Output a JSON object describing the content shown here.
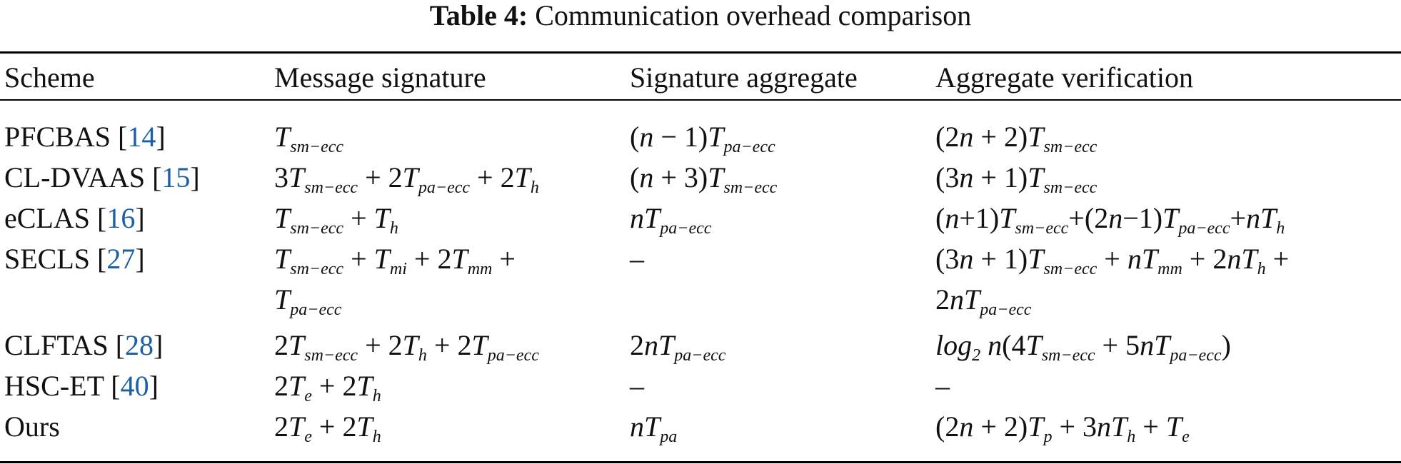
{
  "caption": {
    "label": "Table 4:",
    "text": "Communication overhead comparison"
  },
  "headers": [
    "Scheme",
    "Message signature",
    "Signature aggregate",
    "Aggregate verification"
  ],
  "rows": [
    {
      "scheme": "PFCBAS [",
      "ref": "14",
      "scheme_close": "]",
      "message_signature": [
        "T_sm−ecc"
      ],
      "signature_aggregate": "(n − 1)T_pa−ecc",
      "aggregate_verification": [
        "(2n + 2)T_sm−ecc"
      ]
    },
    {
      "scheme": "CL-DVAAS [",
      "ref": "15",
      "scheme_close": "]",
      "message_signature": [
        "3T_sm−ecc + 2T_pa−ecc + 2T_h"
      ],
      "signature_aggregate": "(n + 3)T_sm−ecc",
      "aggregate_verification": [
        "(3n + 1)T_sm−ecc"
      ]
    },
    {
      "scheme": "eCLAS [",
      "ref": "16",
      "scheme_close": "]",
      "message_signature": [
        "T_sm−ecc + T_h"
      ],
      "signature_aggregate": "nT_pa−ecc",
      "aggregate_verification": [
        "(n+1)T_sm−ecc+(2n−1)T_pa−ecc+nT_h"
      ]
    },
    {
      "scheme": "SECLS [",
      "ref": "27",
      "scheme_close": "]",
      "message_signature": [
        "T_sm−ecc + T_mi + 2T_mm +",
        "T_pa−ecc"
      ],
      "signature_aggregate": "–",
      "aggregate_verification": [
        "(3n + 1)T_sm−ecc + nT_mm + 2nT_h +",
        "2nT_pa−ecc"
      ]
    },
    {
      "scheme": "CLFTAS [",
      "ref": "28",
      "scheme_close": "]",
      "message_signature": [
        "2T_sm−ecc + 2T_h + 2T_pa−ecc"
      ],
      "signature_aggregate": "2nT_pa−ecc",
      "aggregate_verification": [
        "log_2 n(4T_sm−ecc + 5nT_pa−ecc)"
      ]
    },
    {
      "scheme": "HSC-ET [",
      "ref": "40",
      "scheme_close": "]",
      "message_signature": [
        "2T_e + 2T_h"
      ],
      "signature_aggregate": "–",
      "aggregate_verification": [
        "–"
      ]
    },
    {
      "scheme": "Ours",
      "ref": "",
      "scheme_close": "",
      "message_signature": [
        "2T_e + 2T_h"
      ],
      "signature_aggregate": "nT_pa",
      "aggregate_verification": [
        "(2n + 2)T_p + 3nT_h + T_e"
      ]
    }
  ]
}
